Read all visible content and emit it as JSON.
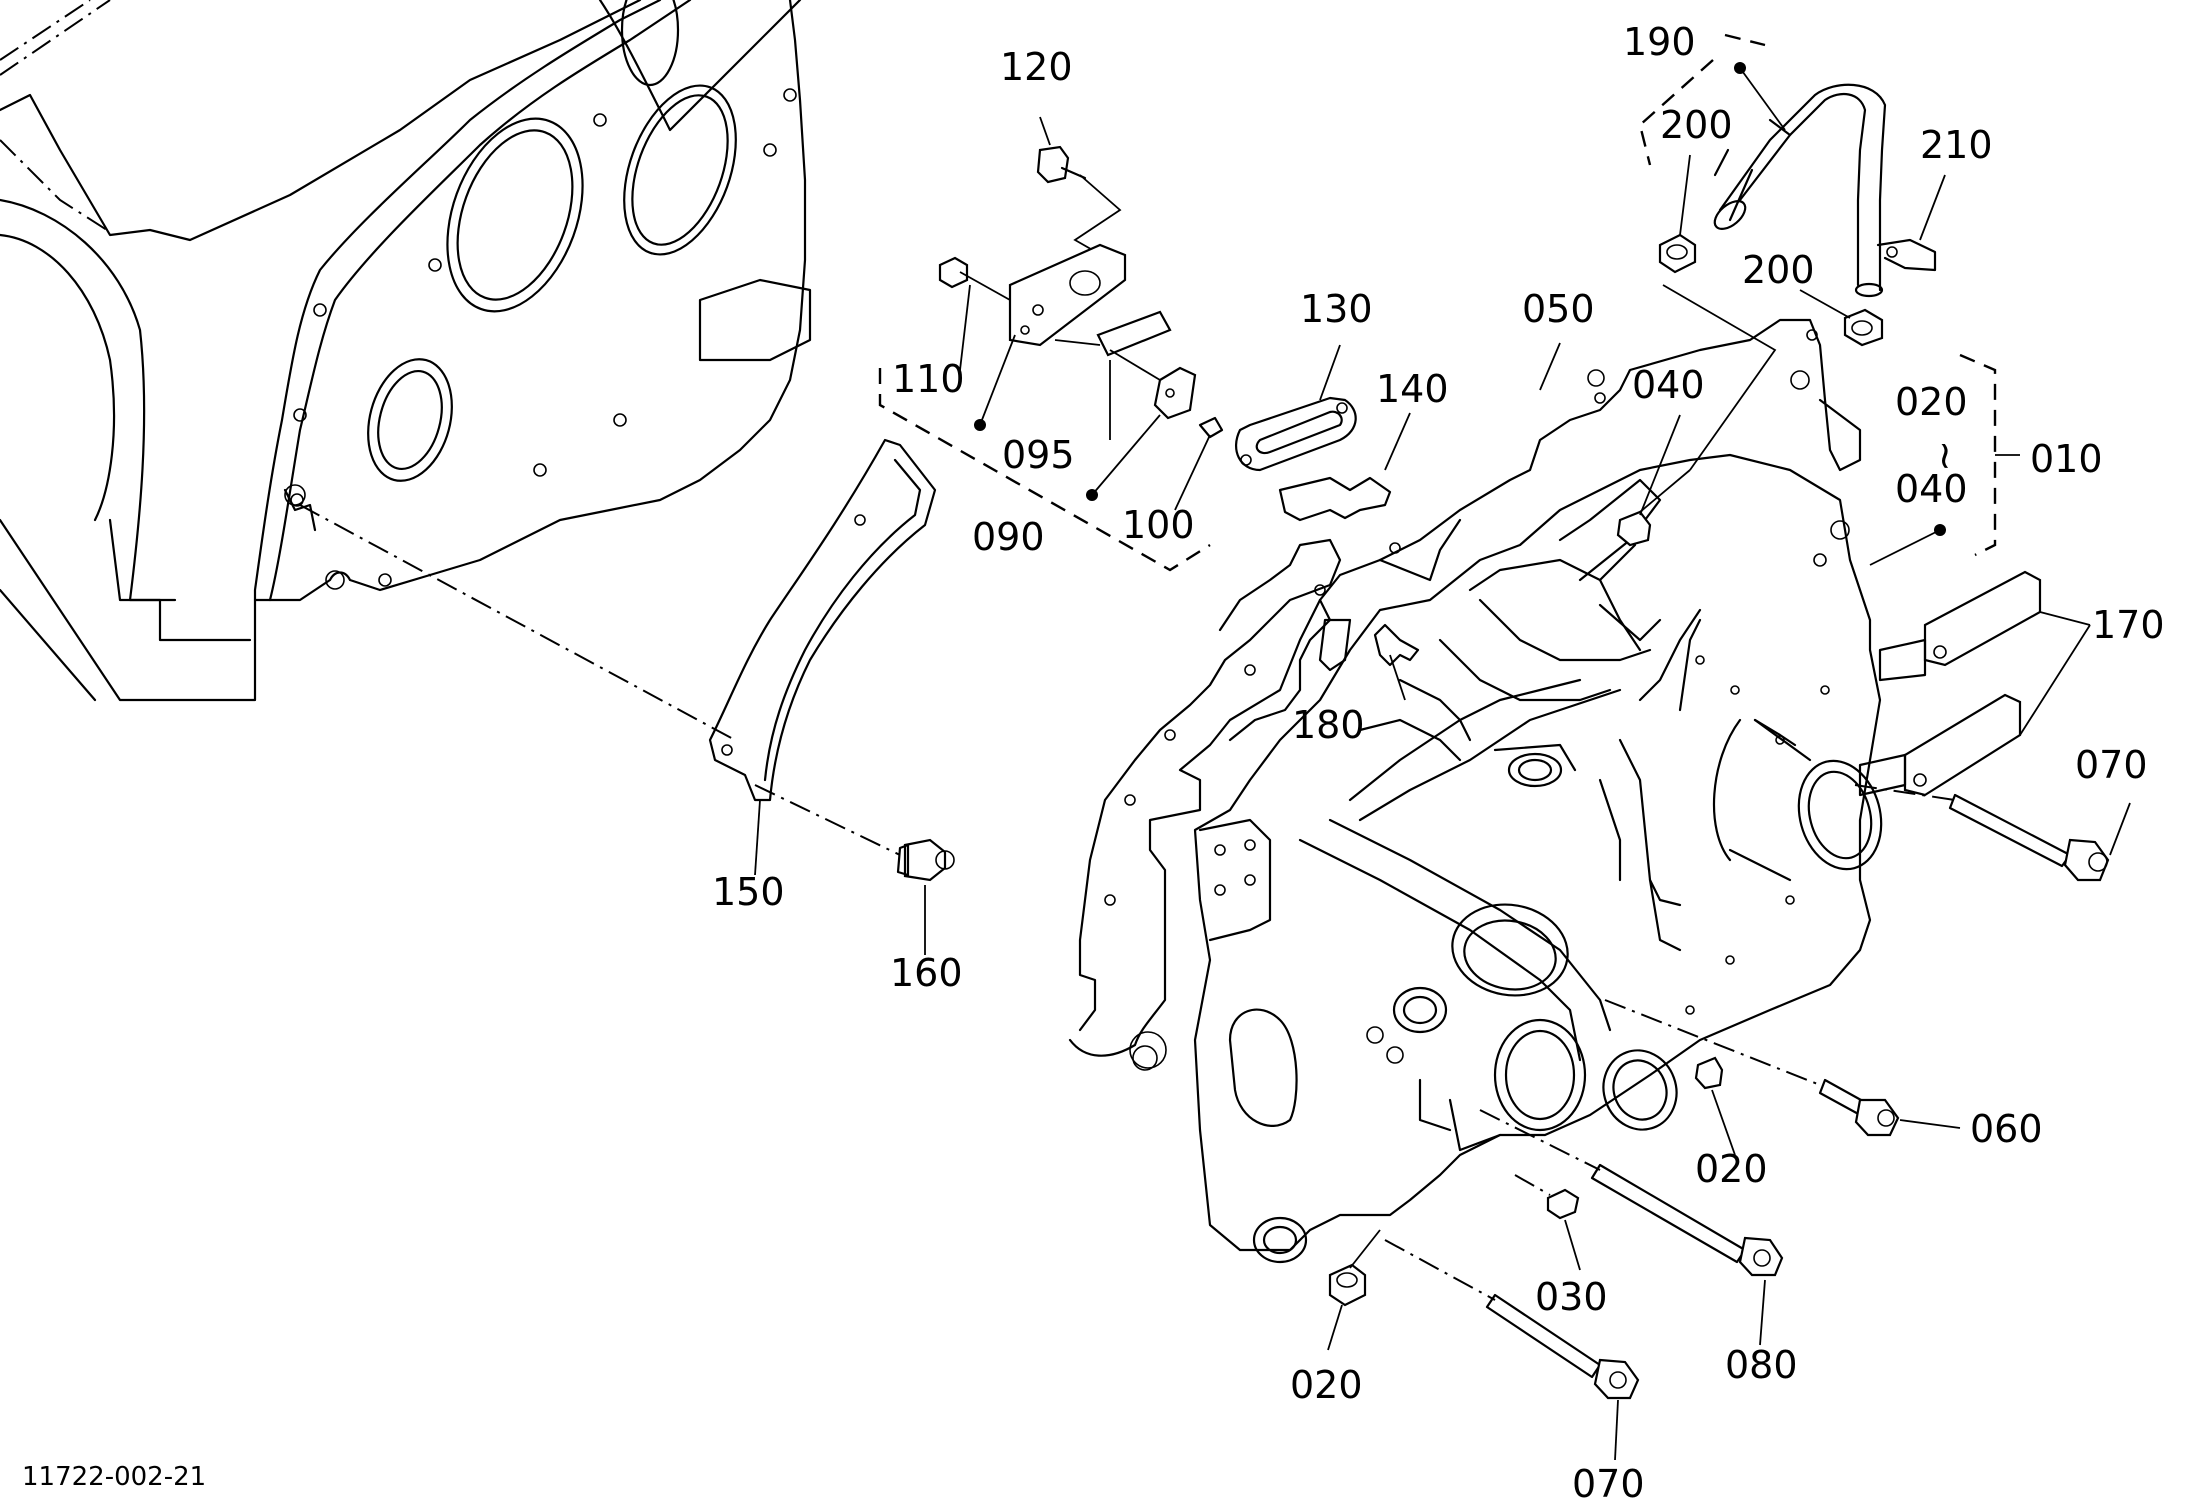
{
  "reference_code": "11722-002-21",
  "callouts": {
    "c010": "010",
    "c020_range_top": "020",
    "c020_range_tilde": "~",
    "c040_range_bottom": "040",
    "c020_a": "020",
    "c020_b": "020",
    "c030": "030",
    "c040": "040",
    "c050": "050",
    "c060": "060",
    "c070_a": "070",
    "c070_b": "070",
    "c080": "080",
    "c090": "090",
    "c095": "095",
    "c100": "100",
    "c110": "110",
    "c120": "120",
    "c130": "130",
    "c140": "140",
    "c150": "150",
    "c160": "160",
    "c170": "170",
    "c180": "180",
    "c190": "190",
    "c200_a": "200",
    "c200_b": "200",
    "c210": "210"
  }
}
